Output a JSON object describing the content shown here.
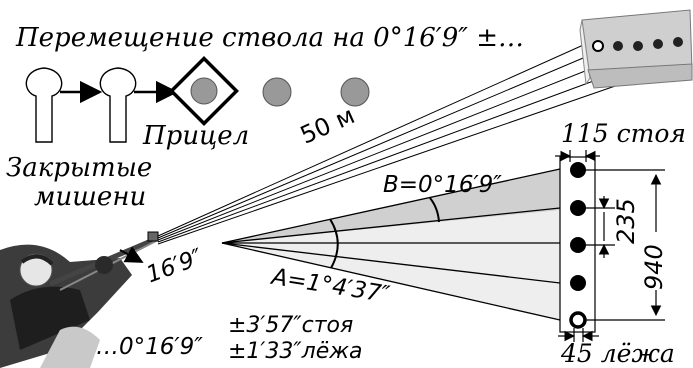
{
  "header": {
    "text": "Перемещение ствола на 0°16′9″ ±…"
  },
  "labels": {
    "closed_targets_1": "Закрытые",
    "closed_targets_2": "мишени",
    "sight": "Прицел",
    "distance": "50 м",
    "angle_b": "B=0°16′9″",
    "angle_a": "A=1°4′37″",
    "shooter_angle": "16′9″",
    "bottom_angle": "…0°16′9″",
    "tol_standing": "±3′57″стоя",
    "tol_prone": "±1′33″лёжа",
    "dim_115": "115 стоя",
    "dim_235": "235",
    "dim_940": "940",
    "dim_45": "45 лёжа"
  },
  "colors": {
    "ink": "#000000",
    "fill_gray": "#999999",
    "sector": "#d9d9d9"
  }
}
